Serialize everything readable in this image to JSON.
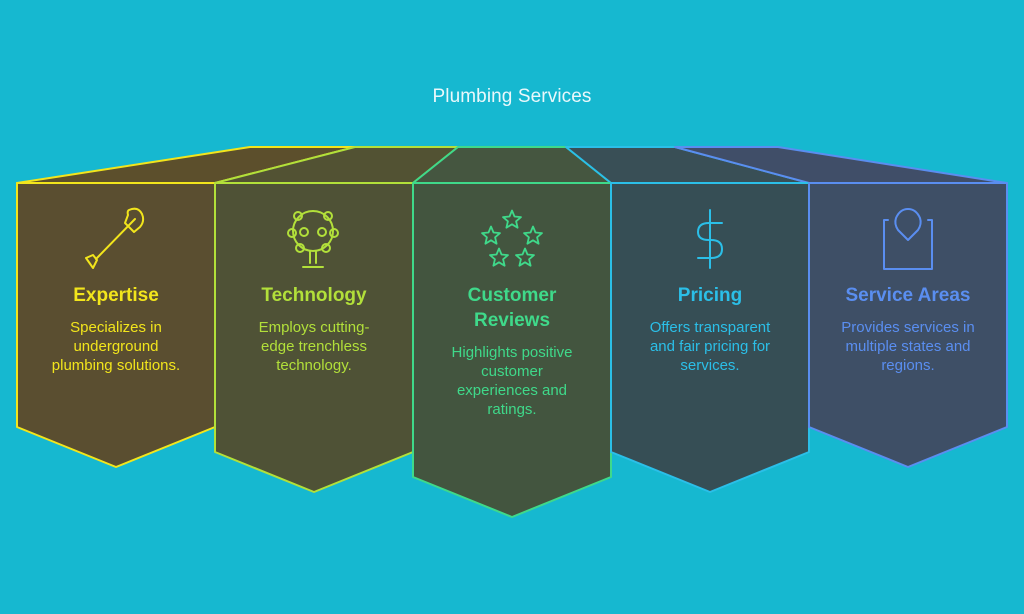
{
  "title": "Plumbing Services",
  "cards": [
    {
      "title": "Expertise",
      "description": "Specializes in underground plumbing solutions.",
      "icon": "shovel-icon",
      "color": "#f2e51c",
      "fill": "#5a4e30",
      "top_fill": "#5c4f2c"
    },
    {
      "title": "Technology",
      "description": "Employs cutting-edge trenchless technology.",
      "icon": "robot-head-icon",
      "color": "#b2e03a",
      "fill": "#4f5236",
      "top_fill": "#525233"
    },
    {
      "title": "Customer Reviews",
      "description": "Highlights positive customer experiences and ratings.",
      "icon": "five-stars-icon",
      "color": "#3fd98a",
      "fill": "#43553f",
      "top_fill": "#455640"
    },
    {
      "title": "Pricing",
      "description": "Offers transparent and fair pricing for services.",
      "icon": "dollar-icon",
      "color": "#2bbfe8",
      "fill": "#364e55",
      "top_fill": "#394f56"
    },
    {
      "title": "Service Areas",
      "description": "Provides services in multiple states and regions.",
      "icon": "map-pin-icon",
      "color": "#5a8ef0",
      "fill": "#3e4f66",
      "top_fill": "#404e68"
    }
  ]
}
